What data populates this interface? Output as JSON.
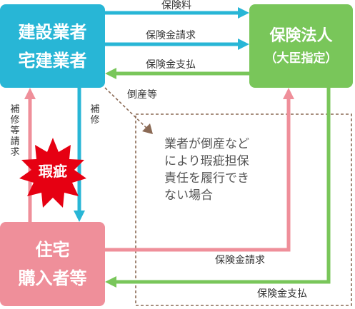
{
  "nodes": {
    "builder": [
      "建設業者",
      "宅建業者"
    ],
    "insurer": {
      "line1": "保険法人",
      "line2": "（大臣指定）"
    },
    "buyer": [
      "住宅",
      "購入者等"
    ]
  },
  "edges": {
    "premium": "保険料",
    "claim_top": "保険金請求",
    "payment_top": "保険金支払",
    "bankruptcy": "倒産等",
    "repair": "補修",
    "repair_request": [
      "補修等",
      "請求"
    ],
    "claim_bottom": "保険金請求",
    "payment_bottom": "保険金支払"
  },
  "defect": "瑕疵",
  "note": [
    "業者が倒産など",
    "により瑕疵担保",
    "責任を履行でき",
    "ない場合"
  ],
  "colors": {
    "builder": "#28b6d6",
    "insurer": "#79c65a",
    "buyer": "#ef8f9a",
    "defect": "#e60012",
    "dashed": "#8b6a55"
  }
}
